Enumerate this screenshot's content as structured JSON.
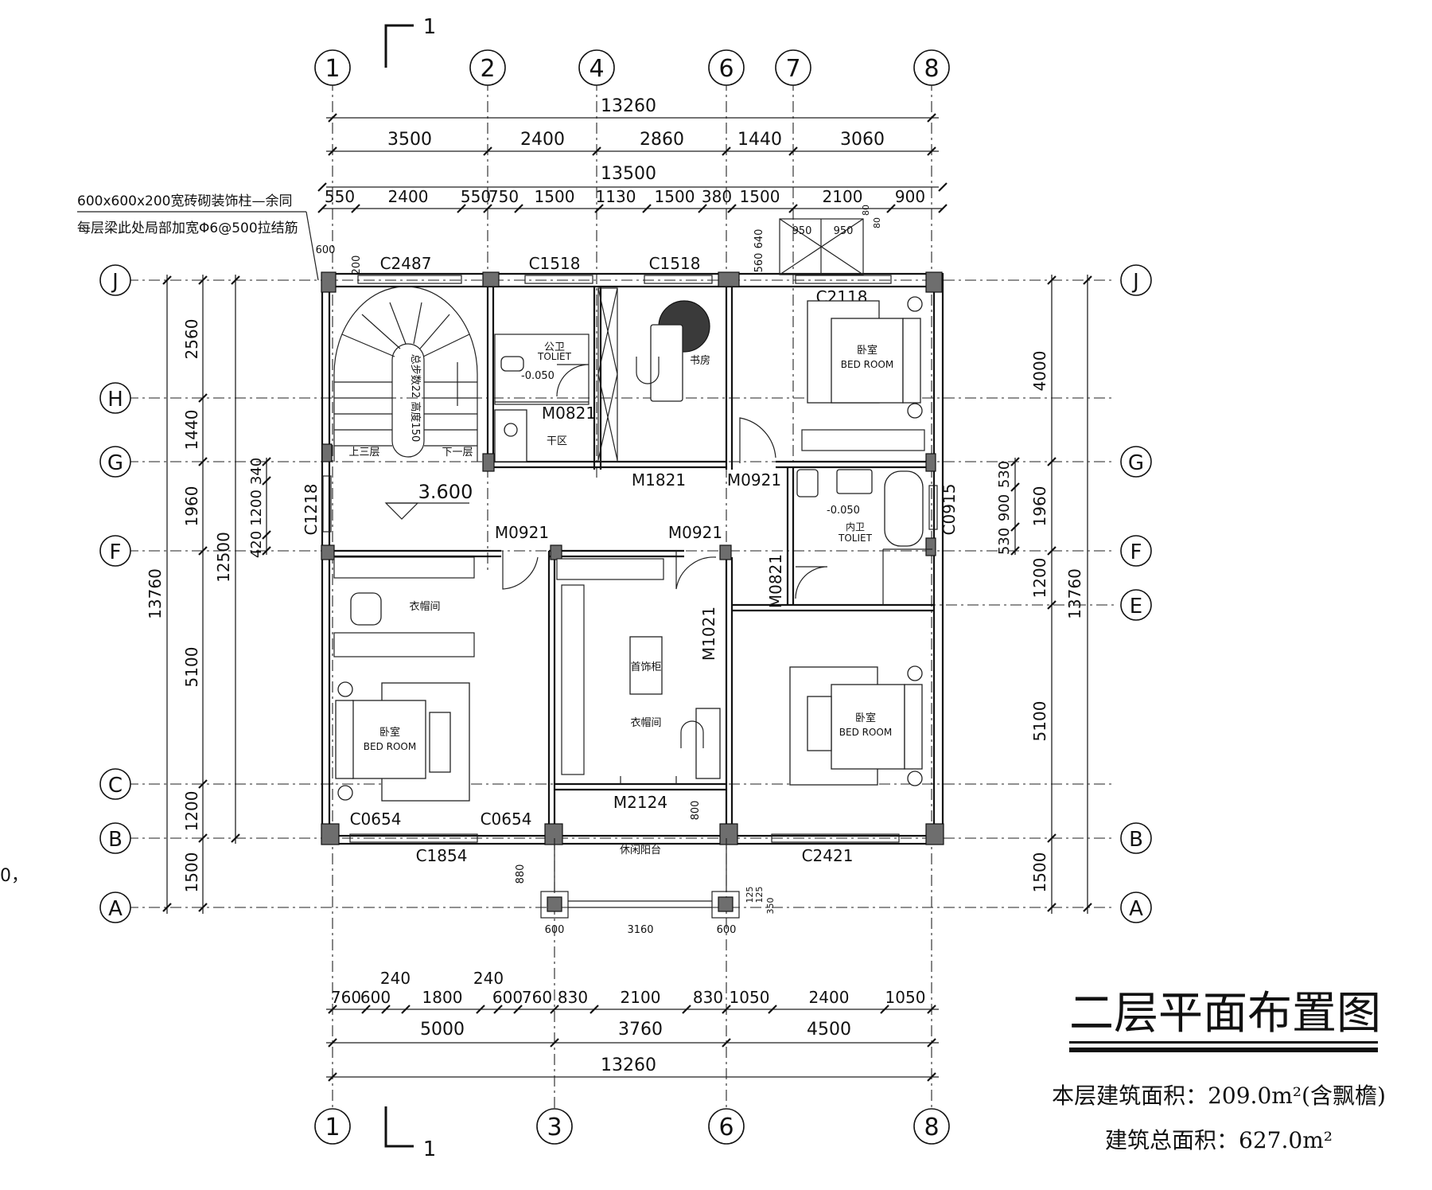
{
  "title": "二层平面布置图",
  "area_floor": "本层建筑面积：209.0m²(含飘檐)",
  "area_total": "建筑总面积：627.0m²",
  "section_marker": "1",
  "notes": [
    "600x600x200宽砖砌装饰柱—余同",
    "每层梁此处局部加宽Φ6@500拉结筋"
  ],
  "axes_top": [
    "1",
    "2",
    "4",
    "6",
    "7",
    "8"
  ],
  "axes_bottom": [
    "1",
    "3",
    "6",
    "8"
  ],
  "axes_rows": [
    "J",
    "H",
    "G",
    "F",
    "E",
    "C",
    "B",
    "A"
  ],
  "dims_top_total": "13260",
  "dims_top_row1": [
    "3500",
    "2400",
    "2860",
    "1440",
    "3060"
  ],
  "dims_top_total2": "13500",
  "dims_top_row3": [
    "550",
    "2400",
    "550",
    "750",
    "1500",
    "1130",
    "1500",
    "380",
    "1500",
    "2100",
    "900"
  ],
  "dims_bottom_row1": [
    "760",
    "600",
    "240",
    "1800",
    "240",
    "600",
    "760",
    "830",
    "2100",
    "830",
    "1050",
    "2400",
    "1050"
  ],
  "dims_bottom_row2": [
    "5000",
    "3760",
    "4500"
  ],
  "dims_bottom_total": "13260",
  "dims_left_inner": [
    "2560",
    "1440",
    "1960",
    "5100",
    "1200",
    "1500"
  ],
  "dims_left_total": "13760",
  "dims_left_mid": "12500",
  "dims_left_small": [
    "340",
    "1200",
    "420"
  ],
  "dims_right_inner": [
    "4000",
    "1960",
    "1200",
    "5100",
    "1500"
  ],
  "dims_right_small": [
    "530",
    "900",
    "530"
  ],
  "dims_right_total": "13760",
  "windows": [
    "C2487",
    "C1518",
    "C1518",
    "C2118",
    "C1218",
    "C0915",
    "C0654",
    "C0654",
    "C1854",
    "C2421"
  ],
  "doors": [
    "M0821",
    "M1821",
    "M0921",
    "M0921",
    "M0921",
    "M0821",
    "M1021",
    "M2124"
  ],
  "level": "3.600",
  "small_dims": [
    "600",
    "200",
    "640",
    "560",
    "950",
    "950",
    "80",
    "80",
    "800",
    "880",
    "600",
    "3160",
    "600",
    "125",
    "125",
    "350"
  ],
  "rooms": {
    "toilet_pub_cn": "公卫",
    "toilet_en": "TOLIET",
    "toilet_level": "-0.050",
    "dry_zone": "干区",
    "study": "书房",
    "bedroom_cn": "卧室",
    "bedroom_en": "BED  ROOM",
    "toilet_inner_cn": "内卫",
    "cloak": "衣帽间",
    "jewelry": "首饰柜",
    "balcony": "休闲阳台",
    "stair_up": "上三层",
    "stair_down": "下一层",
    "stair_info": "总步数22 高度150"
  },
  "stray_mark": "0，"
}
